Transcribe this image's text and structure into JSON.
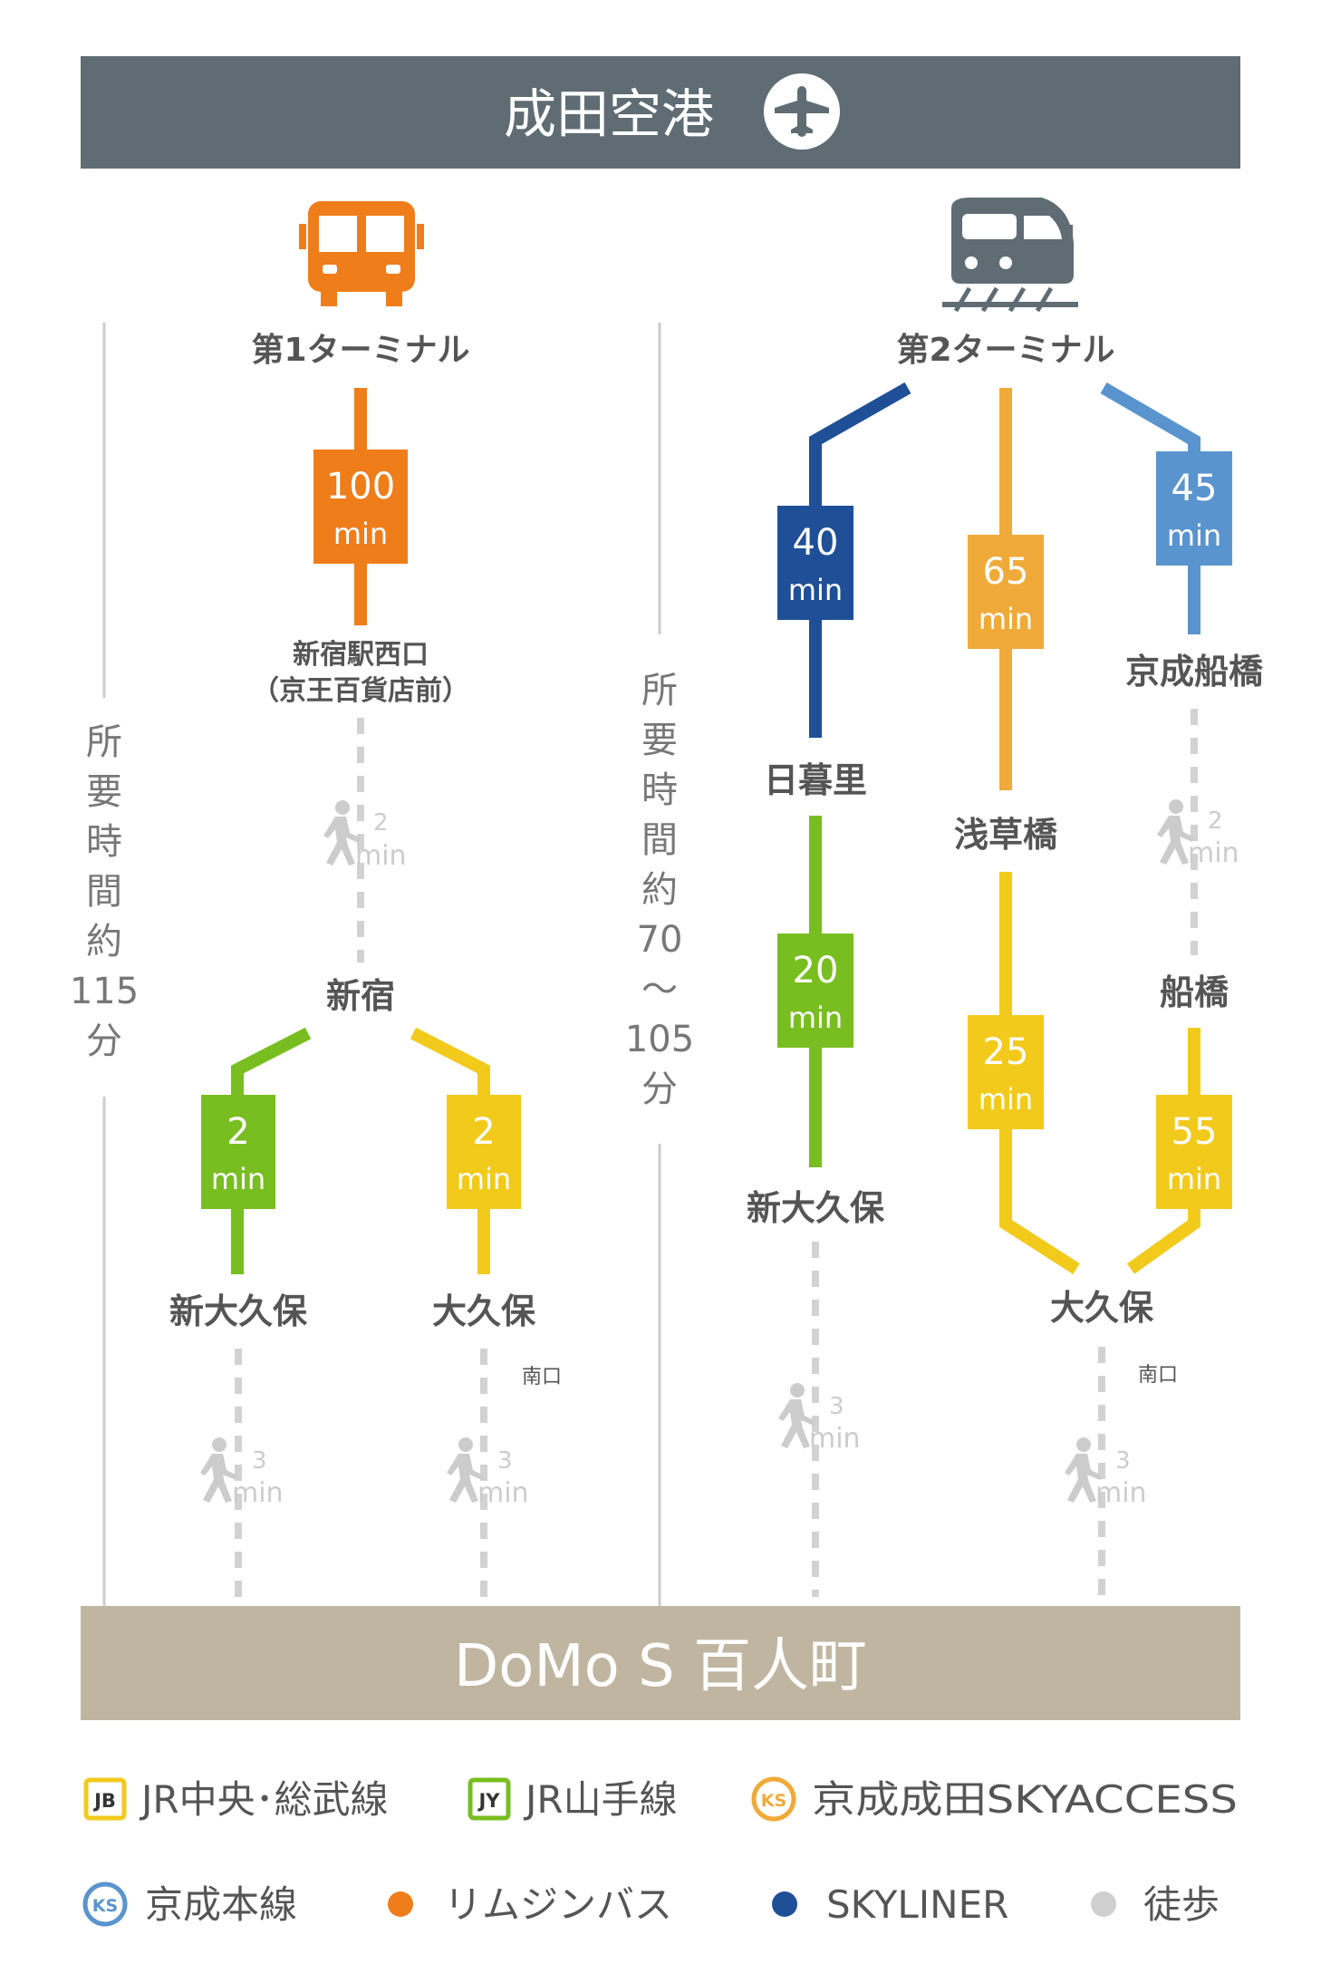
{
  "header": {
    "title": "成田空港",
    "icon": "airplane-icon",
    "bg": "#5f6c73"
  },
  "footer": {
    "title": "DoMo S 百人町",
    "bg": "#bfb5a0"
  },
  "colors": {
    "bus": "#ef7d1a",
    "jb": "#f2ca1c",
    "jy": "#78be20",
    "skyaccess": "#f0aa3a",
    "keisei": "#5a94cf",
    "skyliner": "#1f4f96",
    "walk": "#cfcfcf",
    "text": "#555555",
    "divider": "#cccccc"
  },
  "bus_route": {
    "start": "第1ターミナル",
    "bus_time": {
      "value": "100",
      "unit": "min"
    },
    "stop1_line1": "新宿駅西口",
    "stop1_line2": "（京王百貨店前）",
    "walk1": {
      "value": "2",
      "unit": "min"
    },
    "hub": "新宿",
    "left_time": {
      "value": "2",
      "unit": "min"
    },
    "right_time": {
      "value": "2",
      "unit": "min"
    },
    "left_station": "新大久保",
    "right_station": "大久保",
    "right_exit": "南口",
    "walk_left": {
      "value": "3",
      "unit": "min"
    },
    "walk_right": {
      "value": "3",
      "unit": "min"
    }
  },
  "duration_left": {
    "chars": [
      "所",
      "要",
      "時",
      "間",
      "約",
      "115",
      "分"
    ]
  },
  "duration_right": {
    "chars": [
      "所",
      "要",
      "時",
      "間",
      "約",
      "70",
      "～",
      "105",
      "分"
    ]
  },
  "train_route": {
    "start": "第2ターミナル",
    "skyliner_time": {
      "value": "40",
      "unit": "min"
    },
    "nippori": "日暮里",
    "jy_time": {
      "value": "20",
      "unit": "min"
    },
    "shinokubo": "新大久保",
    "walk_a": {
      "value": "3",
      "unit": "min"
    },
    "skyaccess_time": {
      "value": "65",
      "unit": "min"
    },
    "asakusabashi": "浅草橋",
    "jb_time_a": {
      "value": "25",
      "unit": "min"
    },
    "keisei_time": {
      "value": "45",
      "unit": "min"
    },
    "keisei_funabashi": "京成船橋",
    "walk_b": {
      "value": "2",
      "unit": "min"
    },
    "funabashi": "船橋",
    "jb_time_b": {
      "value": "55",
      "unit": "min"
    },
    "okubo": "大久保",
    "okubo_exit": "南口",
    "walk_c": {
      "value": "3",
      "unit": "min"
    }
  },
  "legend": {
    "row1": [
      {
        "badge": "JB",
        "label": "JR中央･総武線",
        "color": "#f2ca1c",
        "shape": "square"
      },
      {
        "badge": "JY",
        "label": "JR山手線",
        "color": "#78be20",
        "shape": "square"
      },
      {
        "badge": "KS",
        "label": "京成成田SKYACCESS",
        "color": "#f0aa3a",
        "shape": "circle"
      }
    ],
    "row2": [
      {
        "badge": "KS",
        "label": "京成本線",
        "color": "#5a94cf",
        "shape": "circle"
      },
      {
        "label": "リムジンバス",
        "color": "#ef7d1a",
        "shape": "dot"
      },
      {
        "label": "SKYLINER",
        "color": "#1f4f96",
        "shape": "dot"
      },
      {
        "label": "徒歩",
        "color": "#cfcfcf",
        "shape": "dot"
      }
    ]
  }
}
